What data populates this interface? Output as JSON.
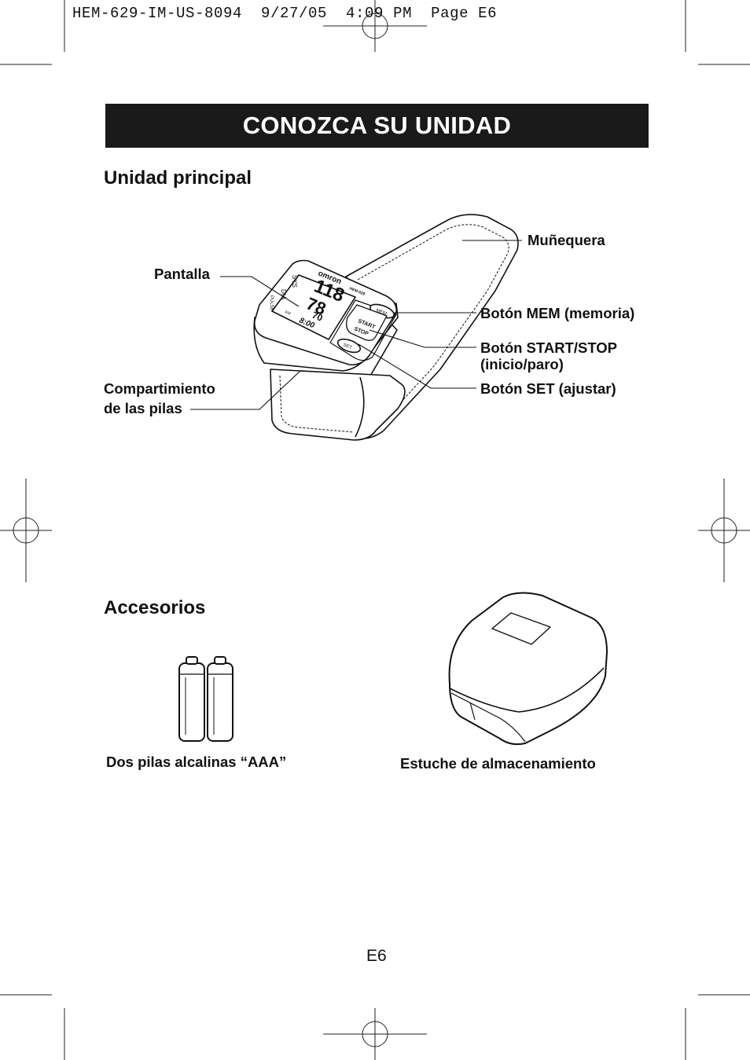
{
  "print_slug": "HEM-629-IM-US-8094  9/27/05  4:09 PM  Page E6",
  "title": "CONOZCA SU UNIDAD",
  "section_main": {
    "heading": "Unidad principal",
    "callouts": {
      "wrist_cuff": "Muñequera",
      "display": "Pantalla",
      "mem_button": "Botón MEM (memoria)",
      "start_stop_line1": "Botón START/STOP",
      "start_stop_line2": "(inicio/paro)",
      "set_button": "Botón SET (ajustar)",
      "battery_line1": "Compartimiento",
      "battery_line2": "de las pilas"
    },
    "device": {
      "brand": "omron",
      "model": "HEM-629",
      "sys": "SYS",
      "dia": "DIA",
      "pulse": "PULSE",
      "reading_sys": "118",
      "reading_dia": "78",
      "reading_pulse": "70",
      "ampm": "AM",
      "time": "8:00",
      "btn_mem": "MEM",
      "btn_start": "START",
      "btn_stop": "STOP",
      "btn_set": "SET"
    }
  },
  "section_accessories": {
    "heading": "Accesorios",
    "batteries_caption": "Dos pilas alcalinas “AAA”",
    "case_caption": "Estuche de almacenamiento"
  },
  "page_number": "E6"
}
